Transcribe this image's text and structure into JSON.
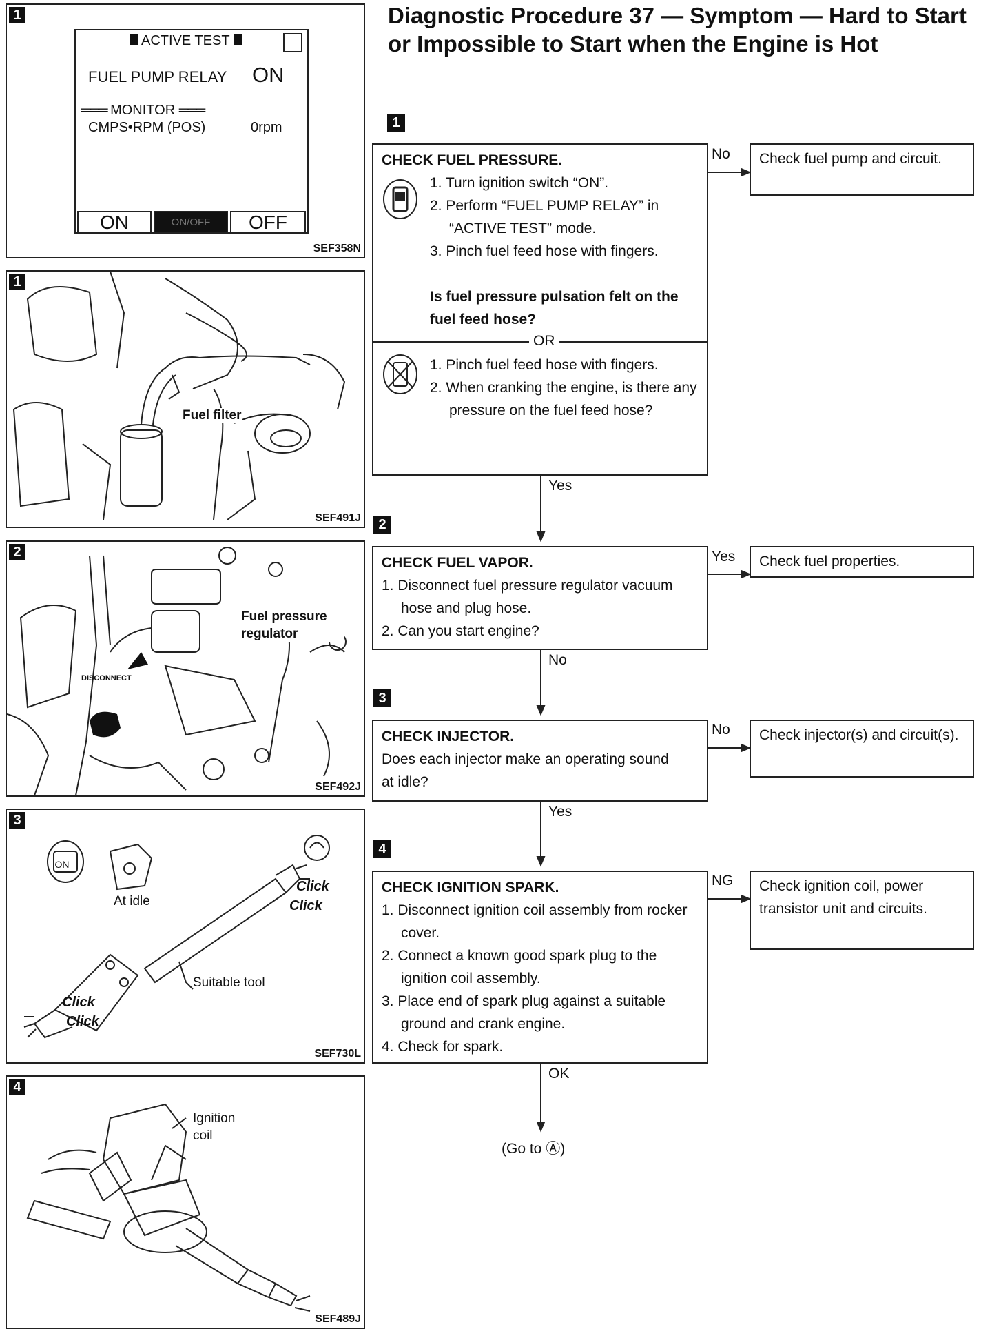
{
  "title": "Diagnostic Procedure 37 — Symptom — Hard to Start or Impossible to Start when the Engine is Hot",
  "panels": [
    {
      "step": "1",
      "ref": "SEF358N",
      "screen": {
        "header": "ACTIVE TEST",
        "item_label": "FUEL PUMP RELAY",
        "item_value": "ON",
        "monitor_label": "MONITOR",
        "monitor_item": "CMPS•RPM (POS)",
        "monitor_value": "0rpm",
        "buttons": [
          "ON",
          "ON/OFF",
          "OFF"
        ]
      }
    },
    {
      "step": "1",
      "ref": "SEF491J",
      "labels": [
        "Fuel filter"
      ]
    },
    {
      "step": "2",
      "ref": "SEF492J",
      "labels": [
        "Fuel pressure regulator",
        "DISCONNECT"
      ]
    },
    {
      "step": "3",
      "ref": "SEF730L",
      "labels": [
        "At idle",
        "Suitable tool",
        "Click",
        "Click",
        "Click",
        "Click"
      ]
    },
    {
      "step": "4",
      "ref": "SEF489J",
      "labels": [
        "Ignition coil"
      ]
    }
  ],
  "flow": {
    "steps": [
      {
        "num": "1",
        "heading": "CHECK FUEL PRESSURE.",
        "items_a": [
          "1. Turn ignition switch “ON”.",
          "2. Perform “FUEL PUMP RELAY” in “ACTIVE TEST” mode.",
          "3. Pinch fuel feed hose with fingers."
        ],
        "question_a": "Is fuel pressure pulsation felt on the fuel feed hose?",
        "or": "OR",
        "items_b": [
          "1. Pinch fuel feed hose with fingers.",
          "2. When cranking the engine, is there any pressure on the fuel feed hose?"
        ],
        "side_label": "No",
        "side_text": "Check fuel pump and circuit.",
        "down_label": "Yes"
      },
      {
        "num": "2",
        "heading": "CHECK FUEL VAPOR.",
        "items": [
          "1. Disconnect fuel pressure regulator vacuum hose and plug hose.",
          "2. Can you start engine?"
        ],
        "side_label": "Yes",
        "side_text": "Check fuel properties.",
        "down_label": "No"
      },
      {
        "num": "3",
        "heading": "CHECK INJECTOR.",
        "text": "Does each injector make an operating sound at idle?",
        "side_label": "No",
        "side_text": "Check injector(s) and circuit(s).",
        "down_label": "Yes"
      },
      {
        "num": "4",
        "heading": "CHECK IGNITION SPARK.",
        "items": [
          "1. Disconnect ignition coil assembly from rocker cover.",
          "2. Connect a known good spark plug to the ignition coil assembly.",
          "3. Place end of spark plug against a suitable ground and crank engine.",
          "4. Check for spark."
        ],
        "side_label": "NG",
        "side_text": "Check ignition coil, power transistor unit and circuits.",
        "down_label": "OK"
      }
    ],
    "goto": "(Go to Ⓐ)"
  }
}
